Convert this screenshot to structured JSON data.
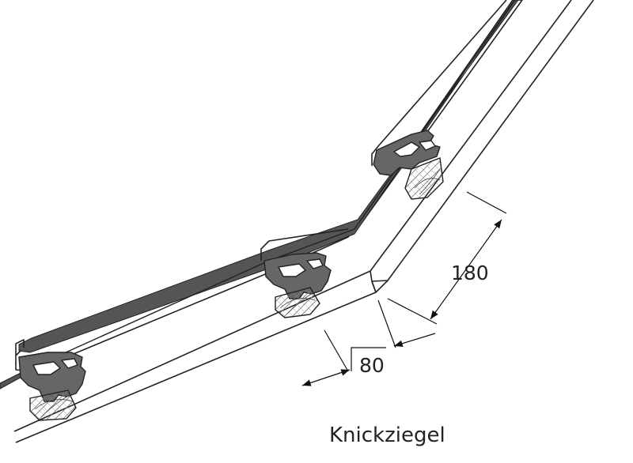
{
  "caption": "Knickziegel",
  "dimensions": {
    "slope_length": "180",
    "offset": "80"
  }
}
